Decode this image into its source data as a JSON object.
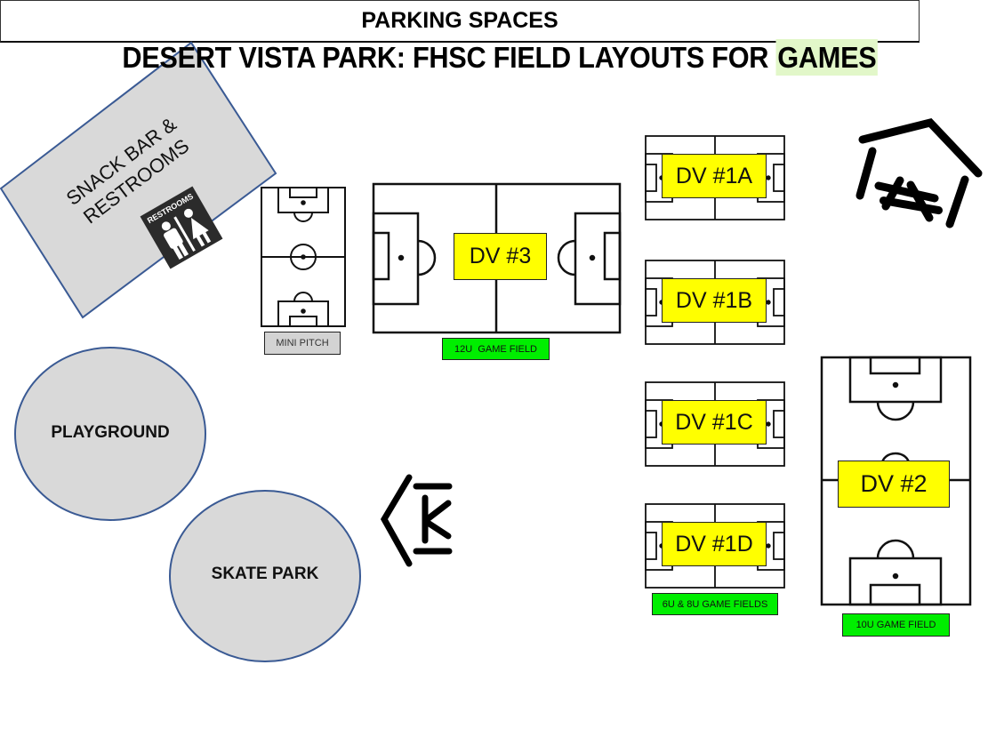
{
  "title": {
    "main": "DESERT VISTA PARK: FHSC FIELD LAYOUTS FOR ",
    "highlight": "GAMES",
    "highlight_color": "#e2f7c9"
  },
  "areas": {
    "snack_bar": {
      "line1": "SNACK BAR &",
      "line2": "RESTROOMS",
      "sign_text": "RESTROOMS"
    },
    "playground": "PLAYGROUND",
    "skate_park": "SKATE PARK",
    "parking": "PARKING SPACES"
  },
  "fields": {
    "mini_pitch": {
      "label": "MINI PITCH"
    },
    "dv3": {
      "name": "DV #3",
      "label": "12U  GAME FIELD"
    },
    "dv1a": {
      "name": "DV #1A"
    },
    "dv1b": {
      "name": "DV #1B"
    },
    "dv1c": {
      "name": "DV #1C"
    },
    "dv1d": {
      "name": "DV #1D"
    },
    "dv1_group_label": "6U & 8U GAME FIELDS",
    "dv2": {
      "name": "DV #2",
      "label": "10U GAME FIELD"
    }
  },
  "icons": [
    "picnic-shelter-icon",
    "picnic-shelter-icon",
    "restroom-sign-icon"
  ],
  "colors": {
    "field_name_bg": "#ffff00",
    "game_field_label_bg": "#00ee00",
    "mini_pitch_label_bg": "#d3d3d3",
    "area_fill": "#d9d9d9",
    "area_stroke": "#2f4f8f"
  }
}
